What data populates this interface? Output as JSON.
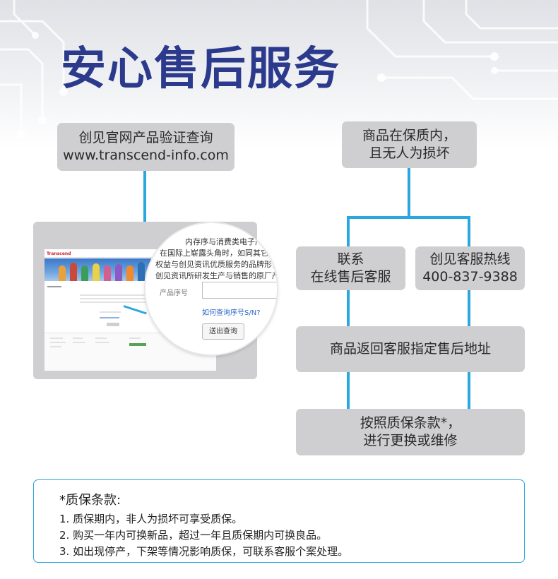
{
  "title": "安心售后服务",
  "boxes": {
    "verify": [
      "创见官网产品验证查询",
      "www.transcend-info.com"
    ],
    "warranty": [
      "商品在保质内，",
      "且无人为损坏"
    ],
    "online": [
      "联系",
      "在线售后客服"
    ],
    "hotline": [
      "创见客服热线",
      "400-837-9388"
    ],
    "address": [
      "商品返回客服指定售后地址"
    ],
    "replace": [
      "按照质保条款*，",
      "进行更换或维修"
    ]
  },
  "screenshot": {
    "logo": "Transcend",
    "zoom_lines": [
      "内存序与消费类电子产",
      "在国际上崭露头角时，如同其它",
      "权益与创见资讯优质服务的品牌形象",
      "创见资讯所研发生产与销售的原厂产品。"
    ],
    "serial_label": "产品序号",
    "serial_value": "",
    "help_link": "如何查询序号S/N?",
    "submit_button": "送出查询"
  },
  "notes": {
    "title": "*质保条款:",
    "items": [
      "1. 质保期内，非人为损坏可享受质保。",
      "2. 购买一年内可换新品，超过一年且质保期内可换良品。",
      "3. 如出现停产，下架等情况影响质保，可联系客服个案处理。"
    ]
  },
  "colors": {
    "title": "#2b3a8c",
    "connector": "#2aa7de",
    "box": "#cfcfd1"
  }
}
